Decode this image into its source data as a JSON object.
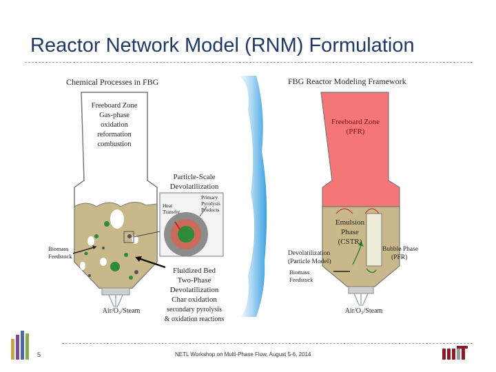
{
  "slide": {
    "title": "Reactor Network Model (RNM) Formulation",
    "page_number": "5",
    "footer": "NETL Workshop on Multi-Phase Flow, August 5-6, 2014"
  },
  "left_panel": {
    "heading": "Chemical Processes in FBG",
    "freeboard_lines": [
      "Freeboard Zone",
      "Gas-phase",
      "oxidation",
      "reformation",
      "combustion"
    ],
    "particle_lines": [
      "Particle-Scale",
      "Devolatilization"
    ],
    "heat_transfer_lines": [
      "Heat",
      "Transfer"
    ],
    "pyrolysis_lines": [
      "Primary",
      "Pyrolysis",
      "Products"
    ],
    "biomass_lines": [
      "Biomass",
      "Feedstock"
    ],
    "fluidized_lines": [
      "Fluidized Bed",
      "Two-Phase",
      "Devolatilization",
      "Char oxidation",
      "secondary pyrolysis",
      "& oxidation reactions"
    ],
    "inlet": "Air/O₂/Steam"
  },
  "right_panel": {
    "heading": "FBG Reactor Modeling Framework",
    "freeboard_lines": [
      "Freeboard Zone",
      "(PFR)"
    ],
    "emulsion_lines": [
      "Emulsion",
      "Phase",
      "(CSTR)"
    ],
    "bubble_lines": [
      "Bubble Phase",
      "(PFR)"
    ],
    "devol_lines": [
      "Devolatilization",
      "(Particle Model)"
    ],
    "biomass_lines": [
      "Biomass",
      "Feedstock"
    ],
    "inlet": "Air/O₂/Steam"
  },
  "colors": {
    "title": "#1f3864",
    "bed": "#c8b88a",
    "freeboard_model": "#f47676",
    "arrow": "#3aa0e0",
    "green_particle": "#2e8b3a"
  },
  "icons": [
    "mit-logo-icon",
    "conference-logo-icon",
    "process-arrow-icon"
  ]
}
